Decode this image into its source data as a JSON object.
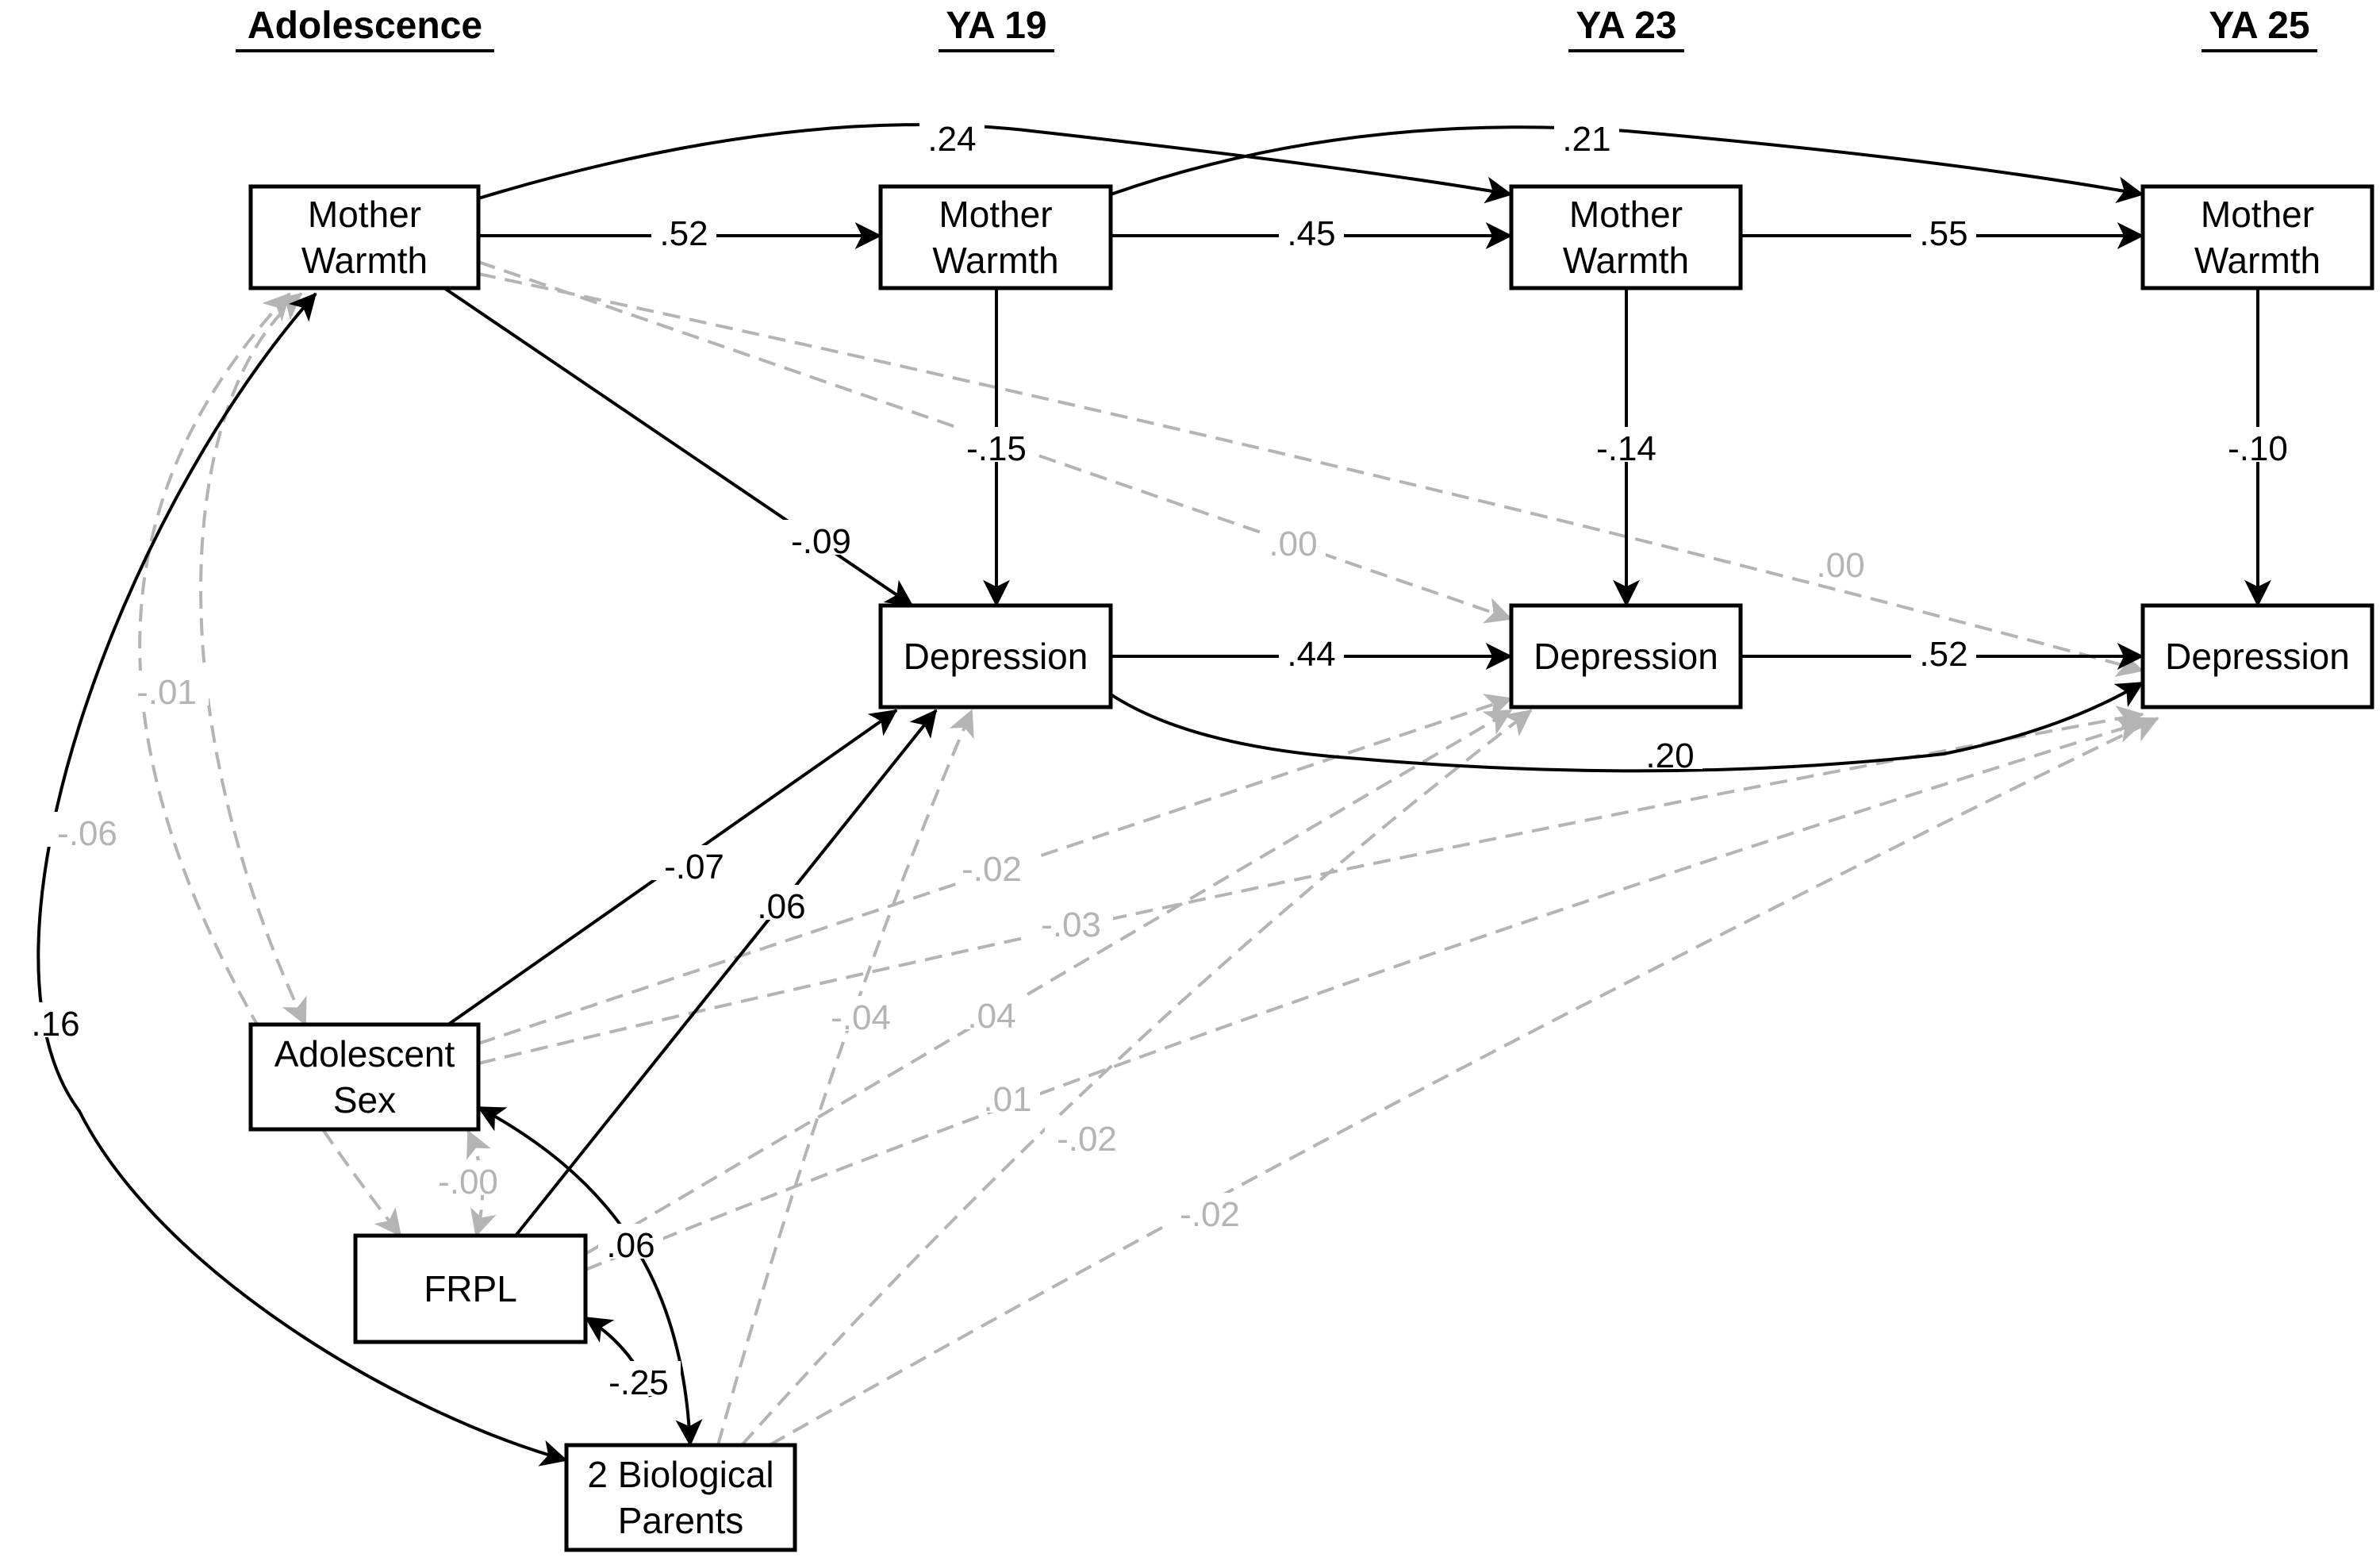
{
  "headers": [
    "Adolescence",
    "YA 19",
    "YA 23",
    "YA 25"
  ],
  "colors": {
    "significant": "#000000",
    "nonsignificant": "#b4b4b4"
  },
  "nodes": {
    "mw_adol": {
      "label": [
        "Mother",
        "Warmth"
      ]
    },
    "mw_19": {
      "label": [
        "Mother",
        "Warmth"
      ]
    },
    "mw_23": {
      "label": [
        "Mother",
        "Warmth"
      ]
    },
    "mw_25": {
      "label": [
        "Mother",
        "Warmth"
      ]
    },
    "dep_19": {
      "label": [
        "Depression"
      ]
    },
    "dep_23": {
      "label": [
        "Depression"
      ]
    },
    "dep_25": {
      "label": [
        "Depression"
      ]
    },
    "adol_sex": {
      "label": [
        "Adolescent",
        "Sex"
      ]
    },
    "frpl": {
      "label": [
        "FRPL"
      ]
    },
    "bio": {
      "label": [
        "2 Biological",
        "Parents"
      ]
    }
  },
  "paths": [
    {
      "from": "mw_adol",
      "to": "mw_19",
      "coef": ".52",
      "significant": true
    },
    {
      "from": "mw_19",
      "to": "mw_23",
      "coef": ".45",
      "significant": true
    },
    {
      "from": "mw_23",
      "to": "mw_25",
      "coef": ".55",
      "significant": true
    },
    {
      "from": "mw_adol",
      "to": "mw_23",
      "coef": ".24",
      "significant": true
    },
    {
      "from": "mw_19",
      "to": "mw_25",
      "coef": ".21",
      "significant": true
    },
    {
      "from": "mw_19",
      "to": "dep_19",
      "coef": "-.15",
      "significant": true
    },
    {
      "from": "mw_23",
      "to": "dep_23",
      "coef": "-.14",
      "significant": true
    },
    {
      "from": "mw_25",
      "to": "dep_25",
      "coef": "-.10",
      "significant": true
    },
    {
      "from": "mw_adol",
      "to": "dep_19",
      "coef": "-.09",
      "significant": true
    },
    {
      "from": "mw_adol",
      "to": "dep_23",
      "coef": ".00",
      "significant": false
    },
    {
      "from": "mw_adol",
      "to": "dep_25",
      "coef": ".00",
      "significant": false
    },
    {
      "from": "dep_19",
      "to": "dep_23",
      "coef": ".44",
      "significant": true
    },
    {
      "from": "dep_23",
      "to": "dep_25",
      "coef": ".52",
      "significant": true
    },
    {
      "from": "dep_19",
      "to": "dep_25",
      "coef": ".20",
      "significant": true
    },
    {
      "from": "adol_sex",
      "to": "dep_19",
      "coef": "-.07",
      "significant": true
    },
    {
      "from": "frpl",
      "to": "dep_19",
      "coef": ".06",
      "significant": true
    },
    {
      "from": "bio",
      "to": "dep_19",
      "coef": "-.04",
      "significant": false
    },
    {
      "from": "adol_sex",
      "to": "dep_23",
      "coef": "-.02",
      "significant": false
    },
    {
      "from": "adol_sex",
      "to": "dep_25",
      "coef": "-.03",
      "significant": false
    },
    {
      "from": "frpl",
      "to": "dep_23",
      "coef": ".04",
      "significant": false
    },
    {
      "from": "frpl",
      "to": "dep_25",
      "coef": ".01",
      "significant": false
    },
    {
      "from": "bio",
      "to": "dep_23",
      "coef": "-.02",
      "significant": false
    },
    {
      "from": "bio",
      "to": "dep_25",
      "coef": "-.02",
      "significant": false
    }
  ],
  "covariances": [
    {
      "a": "mw_adol",
      "b": "bio",
      "coef": ".16",
      "significant": true
    },
    {
      "a": "mw_adol",
      "b": "adol_sex",
      "coef": "-.01",
      "significant": false
    },
    {
      "a": "mw_adol",
      "b": "frpl",
      "coef": "-.06",
      "significant": false
    },
    {
      "a": "adol_sex",
      "b": "frpl",
      "coef": "-.00",
      "significant": false
    },
    {
      "a": "adol_sex",
      "b": "bio",
      "coef": ".06",
      "significant": true
    },
    {
      "a": "frpl",
      "b": "bio",
      "coef": "-.25",
      "significant": true
    }
  ]
}
